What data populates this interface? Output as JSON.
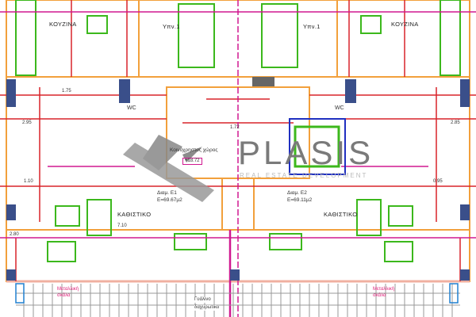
{
  "rooms": {
    "kitchen_left": "ΚΟΥΖΙΝΑ",
    "bedroom_left": "Υπν.1",
    "bedroom_right": "Υπν.1",
    "kitchen_right": "ΚΟΥΖΙΝΑ",
    "wc_left": "WC",
    "wc_right": "WC",
    "common_area": "Κοινόχρηστος χώρος",
    "level": "+18.72",
    "apt1_name": "Διαμ. Ε1",
    "apt1_area": "Ε=69.67μ2",
    "apt2_name": "Διαμ. Ε2",
    "apt2_area": "Ε=69.11μ2",
    "living_left": "ΚΑΘΙΣΤΙΚΟ",
    "living_right": "ΚΑΘΙΣΤΙΚΟ",
    "stair_left": [
      "Μεταλλική",
      "σκάλα"
    ],
    "stair_right": [
      "Μεταλλική",
      "σκάλα"
    ],
    "balcony": [
      "Γυάλινο",
      "δαχυρωτικο"
    ]
  },
  "dimensions": [
    "2.95",
    "1.75",
    "2.85",
    "0.95",
    "1.10",
    "7.10",
    "1.72",
    "2.80"
  ],
  "watermark": {
    "brand": "PLASIS",
    "tagline": "REAL ESTATE DEVELOPMENT"
  },
  "colors": {
    "wall_red": "#d8232a",
    "magenta": "#d01890",
    "green": "#3cb81c",
    "orange": "#f2a03c",
    "column": "#3a4f8a"
  }
}
